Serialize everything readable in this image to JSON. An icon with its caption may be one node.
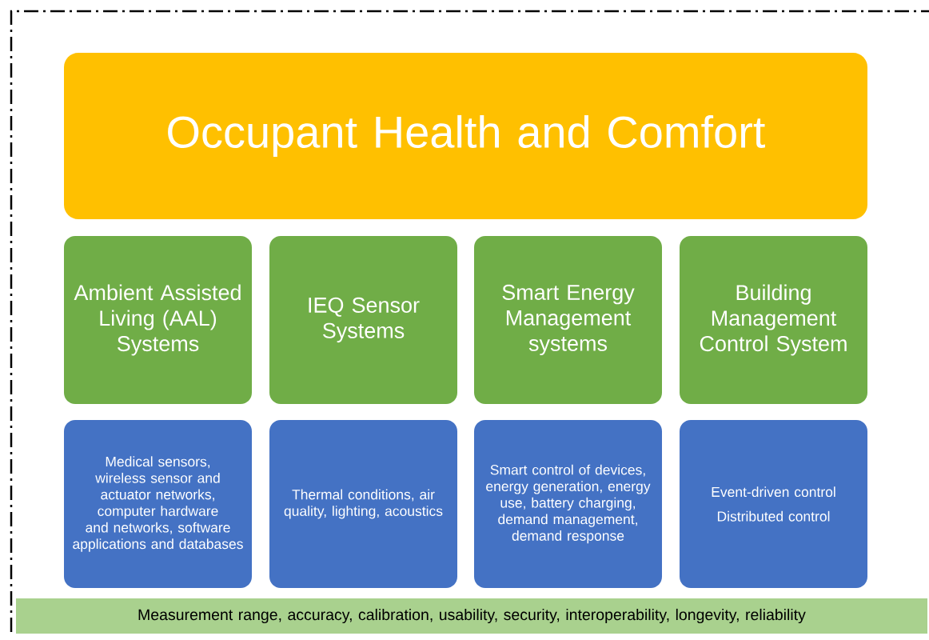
{
  "diagram": {
    "nodes": [
      {
        "text": [
          "Occupant Health and Comfort"
        ]
      },
      {
        "text": [
          "Ambient Assisted Living (AAL) Systems"
        ]
      },
      {
        "text": [
          "IEQ Sensor Systems"
        ]
      },
      {
        "text": [
          "Smart Energy Management systems"
        ]
      },
      {
        "text": [
          "Building Management Control System"
        ]
      },
      {
        "text": [
          "Medical sensors, wireless sensor and actuator networks, computer hardware and networks, software applications and databases"
        ]
      },
      {
        "text": [
          "Thermal conditions, air quality, lighting, acoustics"
        ]
      },
      {
        "text": [
          "Smart control of devices, energy generation, energy use, battery charging, demand management, demand response"
        ]
      },
      {
        "text": [
          "Event-driven control",
          "Distributed control"
        ]
      },
      {
        "text": [
          "Measurement range, accuracy, calibration, usability, security, interoperability, longevity, reliability"
        ]
      }
    ]
  }
}
